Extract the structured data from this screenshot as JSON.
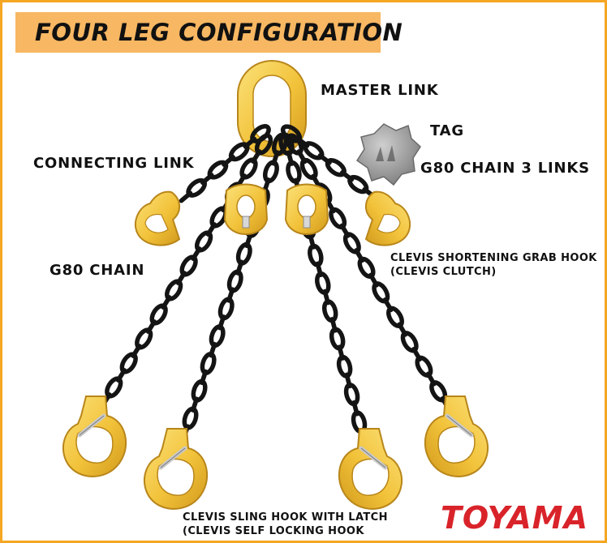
{
  "title": "FOUR LEG CONFIGURATION",
  "labels": {
    "master_link": "MASTER LINK",
    "tag": "TAG",
    "connecting_link": "CONNECTING LINK",
    "g80_chain_3_links": "G80 CHAIN 3 LINKS",
    "g80_chain": "G80 CHAIN",
    "clevis_shortening_line1": "CLEVIS SHORTENING GRAB HOOK",
    "clevis_shortening_line2": "(CLEVIS CLUTCH)",
    "clevis_sling_line1": "CLEVIS SLING HOOK WITH LATCH",
    "clevis_sling_line2": "(CLEVIS SELF LOCKING HOOK"
  },
  "brand": "TOYAMA",
  "colors": {
    "frame_border": "#f5a623",
    "banner": "#f8b762",
    "hardware_yellow": "#f2c23a",
    "hardware_edge": "#b8861a",
    "chain": "#141414",
    "tag_gray": "#9a9a9a",
    "brand_red": "#d9232a"
  },
  "icons": [
    "master-link-icon",
    "chain-icon",
    "hook-icon",
    "tag-icon"
  ]
}
